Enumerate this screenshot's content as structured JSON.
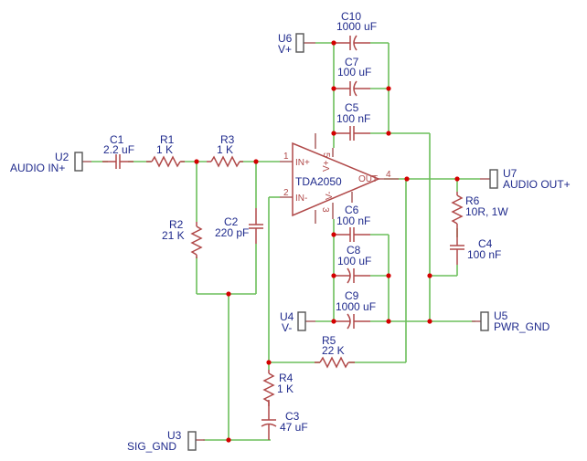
{
  "title": "TDA2050 Audio Amplifier Schematic",
  "components": {
    "U2": {
      "ref": "U2",
      "value": "AUDIO IN+"
    },
    "U3": {
      "ref": "U3",
      "value": "SIG_GND"
    },
    "U4": {
      "ref": "U4",
      "value": "V-"
    },
    "U5": {
      "ref": "U5",
      "value": "PWR_GND"
    },
    "U6": {
      "ref": "U6",
      "value": "V+"
    },
    "U7": {
      "ref": "U7",
      "value": "AUDIO OUT+"
    },
    "C1": {
      "ref": "C1",
      "value": "2.2 uF"
    },
    "C2": {
      "ref": "C2",
      "value": "220 pF"
    },
    "C3": {
      "ref": "C3",
      "value": "47 uF"
    },
    "C4": {
      "ref": "C4",
      "value": "100 nF"
    },
    "C5": {
      "ref": "C5",
      "value": "100 nF"
    },
    "C6": {
      "ref": "C6",
      "value": "100 nF"
    },
    "C7": {
      "ref": "C7",
      "value": "100 uF"
    },
    "C8": {
      "ref": "C8",
      "value": "100 uF"
    },
    "C9": {
      "ref": "C9",
      "value": "1000 uF"
    },
    "C10": {
      "ref": "C10",
      "value": "1000 uF"
    },
    "R1": {
      "ref": "R1",
      "value": "1 K"
    },
    "R2": {
      "ref": "R2",
      "value": "21 K"
    },
    "R3": {
      "ref": "R3",
      "value": "1 K"
    },
    "R4": {
      "ref": "R4",
      "value": "1 K"
    },
    "R5": {
      "ref": "R5",
      "value": "22 K"
    },
    "R6": {
      "ref": "R6",
      "value": "10R, 1W"
    }
  },
  "ic": {
    "name": "TDA2050",
    "pins": {
      "in_plus": {
        "num": "1",
        "label": "IN+"
      },
      "in_minus": {
        "num": "2",
        "label": "IN-"
      },
      "v_minus": {
        "num": "3",
        "label": "V-"
      },
      "out": {
        "num": "4",
        "label": "OUT"
      },
      "v_plus": {
        "num": "5",
        "label": "V+"
      }
    }
  },
  "colors": {
    "wire": "#6cbf5c",
    "component": "#b04848",
    "junction": "#d40000",
    "label": "#1f2a8c"
  }
}
